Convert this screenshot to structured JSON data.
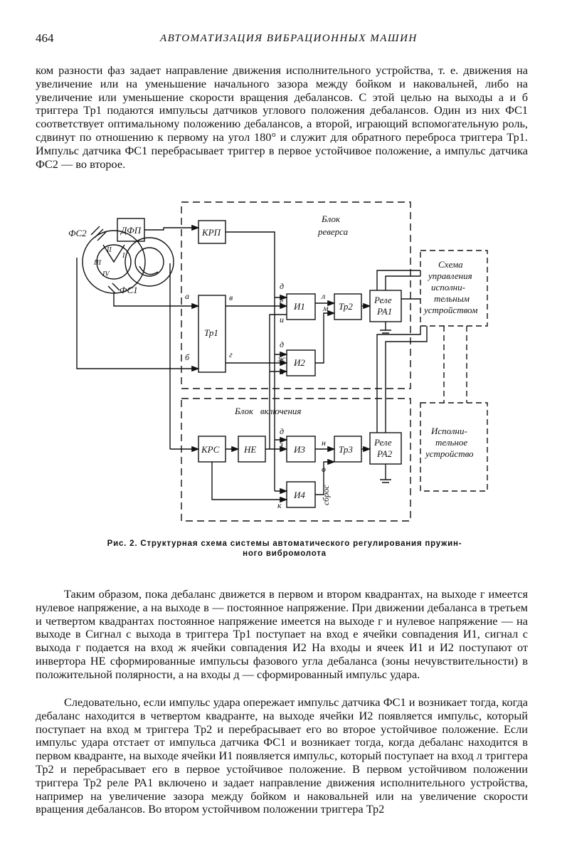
{
  "header": {
    "page_number": "464",
    "running_title": "АВТОМАТИЗАЦИЯ ВИБРАЦИОННЫХ МАШИН"
  },
  "paragraphs": [
    "ком разности фаз задает направление движения исполнительного устройства, т. е. движения на увеличение или на уменьшение начального зазора между бойком и наковальней, либо на увеличение или уменьшение скорости вращения дебалансов. С этой целью на выходы а и б триггера Тр1 подаются импульсы датчиков углового положения дебалансов. Один из них ФС1 соответствует оптимальному положению дебалансов, а второй, играющий вспомогательную роль, сдвинут по отношению к первому на угол 180° и служит для обратного переброса триггера Тр1. Импульс датчика ФС1 перебрасывает триггер в первое устойчивое положение, а импульс датчика ФС2 — во второе.",
    "Таким образом, пока дебаланс движется в первом и втором квадрантах, на выходе г имеется нулевое напряжение, а на выходе в — постоянное напряжение. При движении дебаланса в третьем и четвертом квадрантах постоянное напряжение имеется на выходе г и нулевое напряжение — на выходе в Сигнал с выхода в триггера Тр1 поступает на вход е ячейки совпадения И1, сигнал с выхода г подается на вход ж ячейки совпадения И2 На входы и ячеек И1 и И2 поступают от инвертора НЕ сформированные импульсы фазового угла дебаланса (зоны нечувствительности) в положительной полярности, а на входы д — сформированный импульс удара.",
    "Следовательно, если импульс удара опережает импульс датчика ФС1 и возникает тогда, когда дебаланс находится в четвертом квадранте, на выходе ячейки И2 появляется импульс, который поступает на вход м триггера Тр2 и перебрасывает его во второе устойчивое положение. Если импульс удара отстает от импульса датчика ФС1 и возникает тогда, когда дебаланс находится в первом квадранте, на выходе ячейки И1 появляется импульс, который поступает на вход л триггера Тр2 и перебрасывает его в первое устойчивое положение. В первом устойчивом положении триггера Тр2 реле РА1 включено и задает направление движения исполнительного устройства, например на увеличение зазора между бойком и наковальней или на увеличение скорости вращения дебалансов. Во втором устойчивом положении триггера Тр2"
  ],
  "figure": {
    "caption_line1": "Рис. 2. Структурная схема системы автоматического регулирования пружин-",
    "caption_line2": "ного вибромолота",
    "blocks": {
      "dfp": "ДФП",
      "krp": "КРП",
      "tr1": "Тр1",
      "i1": "И1",
      "i2": "И2",
      "tr2": "Тр2",
      "ra1_a": "Реле",
      "ra1_b": "РА1",
      "krs": "КРС",
      "ne": "НЕ",
      "i3": "И3",
      "tr3": "Тр3",
      "i4": "И4",
      "ra2_a": "Реле",
      "ra2_b": "РА2"
    },
    "group_reverse": [
      "Блок",
      "реверса"
    ],
    "group_enable": "Блок   включения",
    "control_scheme": [
      "Схема",
      "управления",
      "исполни-",
      "тельным",
      "устройством"
    ],
    "actuator": [
      "Исполни-",
      "тельное",
      "устройство"
    ],
    "sensors": {
      "fs1": "ФС1",
      "fs2": "ФС2"
    },
    "quadrants": {
      "q1": "I",
      "q2": "II",
      "q3": "III",
      "q4": "IV"
    },
    "pins": {
      "a": "а",
      "b": "б",
      "v": "в",
      "g": "г",
      "d1": "д",
      "e": "е",
      "i1": "и",
      "l": "л",
      "m": "м",
      "d2": "д",
      "zh": "ж",
      "i2": "и",
      "d3": "д",
      "z": "з",
      "n": "н",
      "o": "о",
      "k": "к"
    },
    "reset_label": "сброс"
  }
}
